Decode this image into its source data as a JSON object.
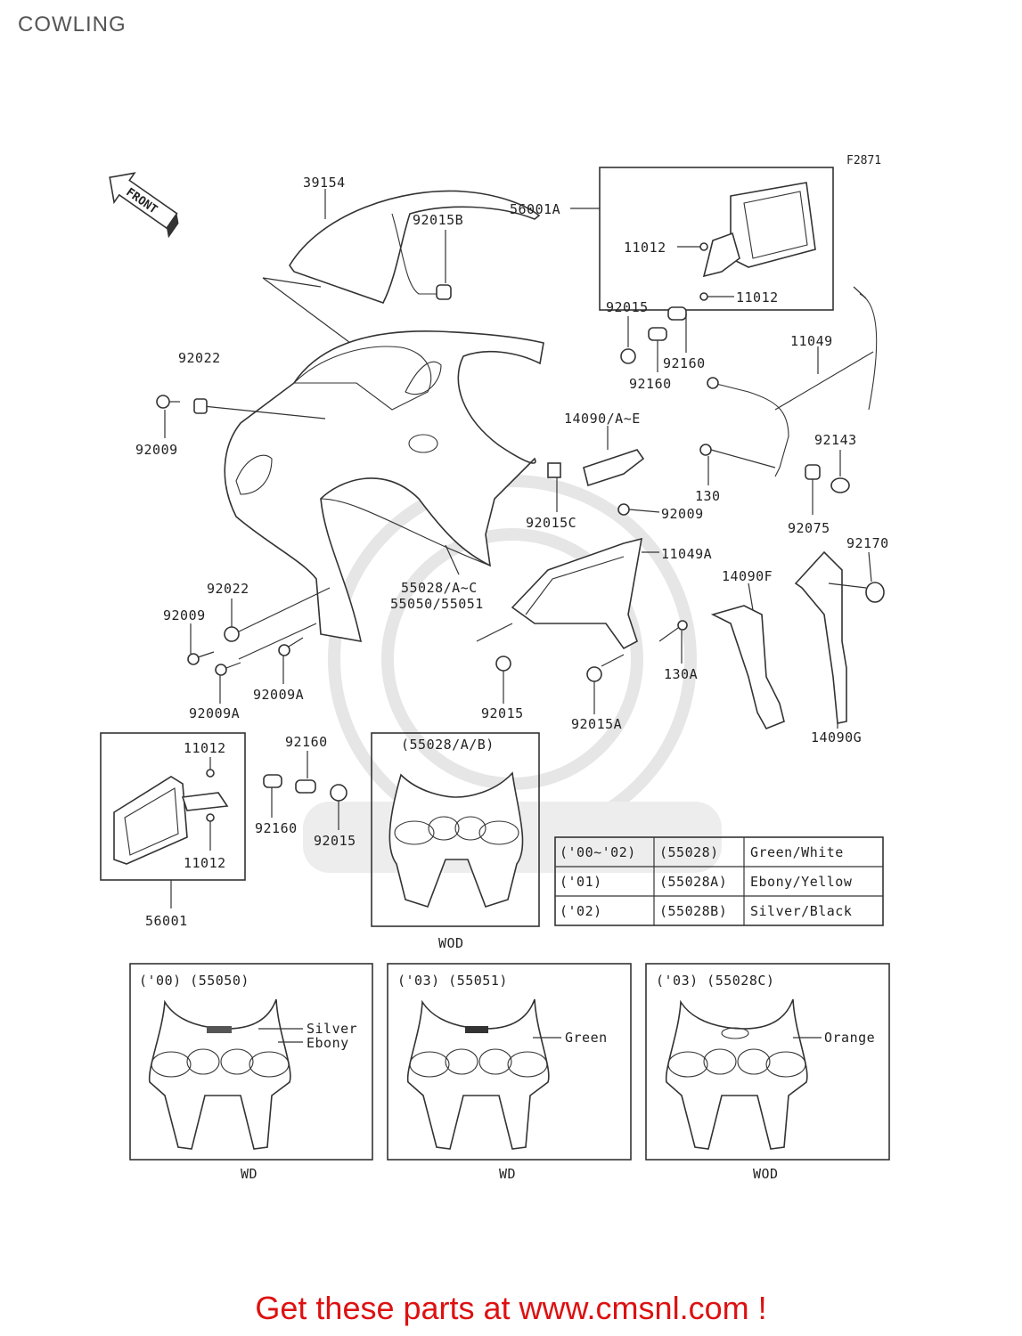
{
  "page": {
    "title": "COWLING",
    "figure_code": "F2871",
    "front_label": "FRONT"
  },
  "callouts": {
    "p39154": "39154",
    "p92015B": "92015B",
    "p56001A": "56001A",
    "p11012a": "11012",
    "p11012b": "11012",
    "p92015a": "92015",
    "p92160a": "92160",
    "p92160b": "92160",
    "p11049": "11049",
    "p92022a": "92022",
    "p92009a": "92009",
    "p14090AE": "14090/A~E",
    "p92143": "92143",
    "p130": "130",
    "p92015C": "92015C",
    "p92009b": "92009",
    "p92075": "92075",
    "p11049A": "11049A",
    "p92170": "92170",
    "p14090F": "14090F",
    "p55028AC": "55028/A~C",
    "p55050": "55050/55051",
    "p92022b": "92022",
    "p92009c": "92009",
    "p130A": "130A",
    "p92009A2": "92009A",
    "p92009A1": "92009A",
    "p92015b": "92015",
    "p92015A": "92015A",
    "p14090G": "14090G",
    "p11012c": "11012",
    "p11012d": "11012",
    "p92160c": "92160",
    "p92160d": "92160",
    "p92015c": "92015",
    "p56001": "56001"
  },
  "variant_box": {
    "header": "(55028/A/B)",
    "model": "WOD"
  },
  "color_table": [
    {
      "year": "('00~'02)",
      "part": "(55028)",
      "color": "Green/White"
    },
    {
      "year": "('01)",
      "part": "(55028A)",
      "color": "Ebony/Yellow"
    },
    {
      "year": "('02)",
      "part": "(55028B)",
      "color": "Silver/Black"
    }
  ],
  "bottom_variants": [
    {
      "header": "('00)  (55050)",
      "colors": [
        "Silver",
        "Ebony"
      ],
      "model": "WD"
    },
    {
      "header": "('03)  (55051)",
      "colors": [
        "Green"
      ],
      "model": "WD"
    },
    {
      "header": "('03)  (55028C)",
      "colors": [
        "Orange"
      ],
      "model": "WOD"
    }
  ],
  "footer": "Get these parts at www.cmsnl.com !"
}
